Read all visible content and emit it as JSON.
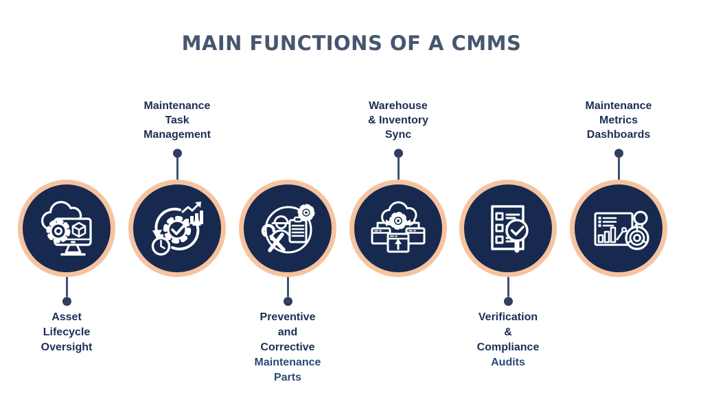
{
  "title": "MAIN FUNCTIONS OF A CMMS",
  "colors": {
    "title_text": "#46566F",
    "label_text": "#1D2D55",
    "label_overflow_text": "#2B4A78",
    "circle_fill": "#17294E",
    "circle_border": "#F6C3A0",
    "connector_line": "#3E5170",
    "connector_dot": "#2F3F5F",
    "icon_stroke": "#FFFFFF",
    "band_background": "#FFFFFF"
  },
  "functions": [
    {
      "id": "asset-lifecycle-oversight",
      "label_position": "bottom",
      "icon": "monitor-cloud-gear-cube-icon",
      "lines": [
        "Asset",
        "Lifecycle",
        "Oversight"
      ],
      "overflow_lines": []
    },
    {
      "id": "maintenance-task-management",
      "label_position": "top",
      "icon": "gear-check-cycle-stopwatch-chart-icon",
      "lines": [
        "Maintenance",
        "Task",
        "Management"
      ],
      "overflow_lines": []
    },
    {
      "id": "preventive-corrective-maintenance-parts",
      "label_position": "bottom",
      "icon": "technician-clipboard-tools-gear-icon",
      "lines": [
        "Preventive",
        "and",
        "Corrective"
      ],
      "overflow_lines": [
        "Maintenance",
        "Parts"
      ]
    },
    {
      "id": "warehouse-inventory-sync",
      "label_position": "top",
      "icon": "cloud-gear-windows-sync-icon",
      "lines": [
        "Warehouse",
        "& Inventory",
        "Sync"
      ],
      "overflow_lines": []
    },
    {
      "id": "verification-compliance-audits",
      "label_position": "bottom",
      "icon": "checklist-magnifier-check-icon",
      "lines": [
        "Verification",
        "&",
        "Compliance"
      ],
      "overflow_lines": [
        "Audits"
      ]
    },
    {
      "id": "maintenance-metrics-dashboards",
      "label_position": "top",
      "icon": "dashboard-analytics-donut-icon",
      "lines": [
        "Maintenance",
        "Metrics",
        "Dashboards"
      ],
      "overflow_lines": []
    }
  ]
}
